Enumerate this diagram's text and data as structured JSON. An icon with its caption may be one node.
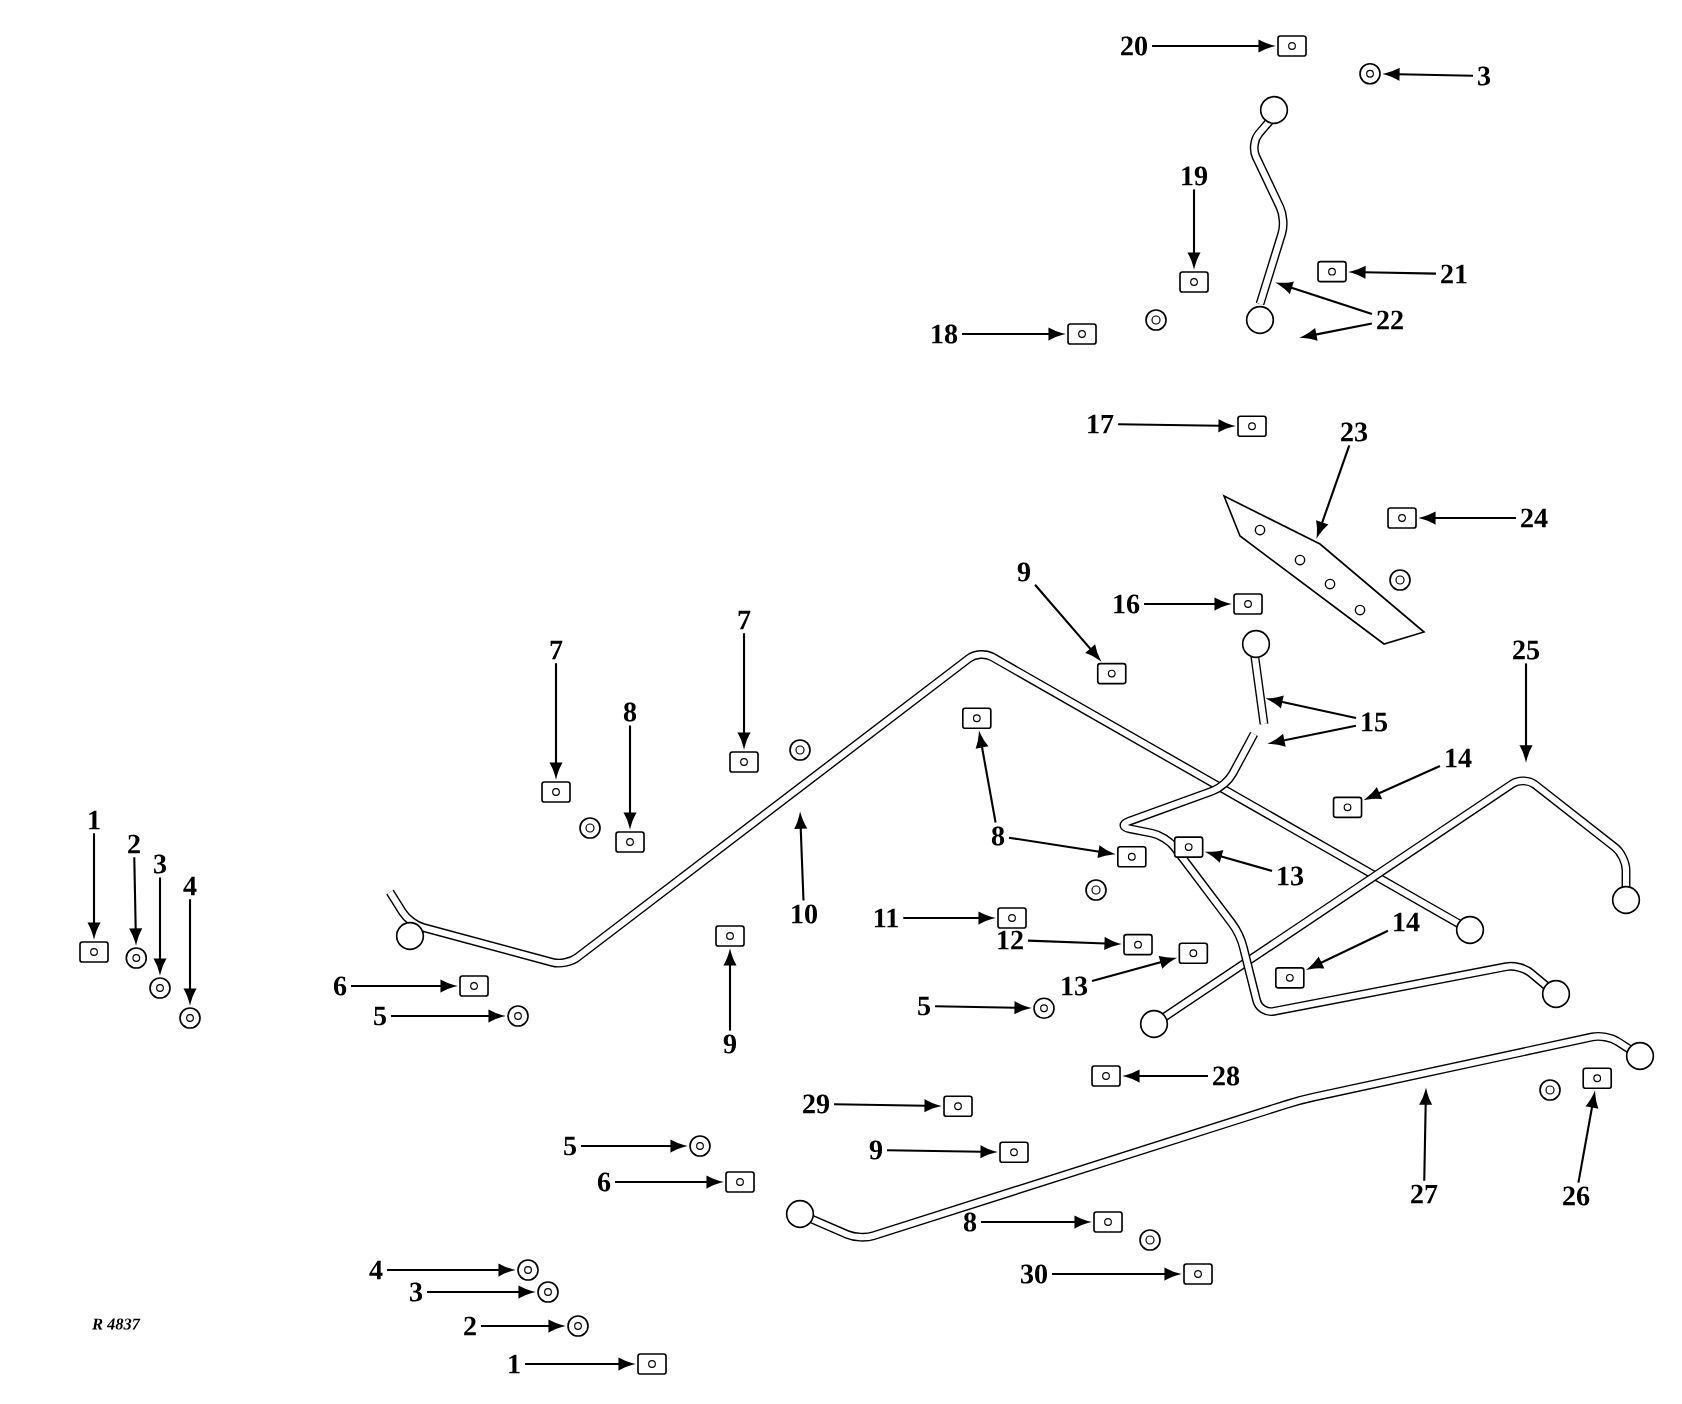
{
  "diagram": {
    "nodes": [
      {
        "text": [
          "20"
        ]
      },
      {
        "text": [
          "3"
        ]
      },
      {
        "text": [
          "19"
        ]
      },
      {
        "text": [
          "21"
        ]
      },
      {
        "text": [
          "22"
        ]
      },
      {
        "text": [
          "18"
        ]
      },
      {
        "text": [
          "17"
        ]
      },
      {
        "text": [
          "23"
        ]
      },
      {
        "text": [
          "24"
        ]
      },
      {
        "text": [
          "9"
        ]
      },
      {
        "text": [
          "16"
        ]
      },
      {
        "text": [
          "7"
        ]
      },
      {
        "text": [
          "7"
        ]
      },
      {
        "text": [
          "25"
        ]
      },
      {
        "text": [
          "8"
        ]
      },
      {
        "text": [
          "15"
        ]
      },
      {
        "text": [
          "14"
        ]
      },
      {
        "text": [
          "1"
        ]
      },
      {
        "text": [
          "8"
        ]
      },
      {
        "text": [
          "2"
        ]
      },
      {
        "text": [
          "3"
        ]
      },
      {
        "text": [
          "13"
        ]
      },
      {
        "text": [
          "4"
        ]
      },
      {
        "text": [
          "10"
        ]
      },
      {
        "text": [
          "11"
        ]
      },
      {
        "text": [
          "14"
        ]
      },
      {
        "text": [
          "12"
        ]
      },
      {
        "text": [
          "6"
        ]
      },
      {
        "text": [
          "13"
        ]
      },
      {
        "text": [
          "5"
        ]
      },
      {
        "text": [
          "5"
        ]
      },
      {
        "text": [
          "9"
        ]
      },
      {
        "text": [
          "28"
        ]
      },
      {
        "text": [
          "29"
        ]
      },
      {
        "text": [
          "5"
        ]
      },
      {
        "text": [
          "9"
        ]
      },
      {
        "text": [
          "6"
        ]
      },
      {
        "text": [
          "27"
        ]
      },
      {
        "text": [
          "26"
        ]
      },
      {
        "text": [
          "8"
        ]
      },
      {
        "text": [
          "4"
        ]
      },
      {
        "text": [
          "30"
        ]
      },
      {
        "text": [
          "3"
        ]
      },
      {
        "text": [
          "2"
        ]
      },
      {
        "text": [
          "1"
        ]
      },
      {
        "text": [],
        "shape": "box"
      },
      {
        "text": [],
        "shape": "circle"
      },
      {
        "text": [],
        "shape": "box"
      },
      {
        "text": [],
        "shape": "box"
      },
      {
        "text": [],
        "shape": "box"
      },
      {
        "text": [],
        "shape": "box"
      },
      {
        "text": [],
        "shape": "box"
      },
      {
        "text": [],
        "shape": "box"
      },
      {
        "text": [],
        "shape": "box"
      },
      {
        "text": [],
        "shape": "box"
      },
      {
        "text": [],
        "shape": "box"
      },
      {
        "text": [],
        "shape": "box"
      },
      {
        "text": [],
        "shape": "box"
      },
      {
        "text": [],
        "shape": "box"
      },
      {
        "text": [],
        "shape": "box"
      },
      {
        "text": [],
        "shape": "box"
      },
      {
        "text": [],
        "shape": "circle"
      },
      {
        "text": [],
        "shape": "circle"
      },
      {
        "text": [],
        "shape": "box"
      },
      {
        "text": [],
        "shape": "circle"
      },
      {
        "text": [],
        "shape": "box"
      },
      {
        "text": [],
        "shape": "box"
      },
      {
        "text": [],
        "shape": "box"
      },
      {
        "text": [],
        "shape": "box"
      },
      {
        "text": [],
        "shape": "box"
      },
      {
        "text": [],
        "shape": "circle"
      },
      {
        "text": [],
        "shape": "circle"
      },
      {
        "text": [],
        "shape": "box"
      },
      {
        "text": [],
        "shape": "box"
      },
      {
        "text": [],
        "shape": "box"
      },
      {
        "text": [],
        "shape": "circle"
      },
      {
        "text": [],
        "shape": "box"
      },
      {
        "text": [],
        "shape": "box"
      },
      {
        "text": [],
        "shape": "box"
      },
      {
        "text": [],
        "shape": "box"
      },
      {
        "text": [],
        "shape": "circle"
      },
      {
        "text": [],
        "shape": "box"
      },
      {
        "text": [],
        "shape": "circle"
      },
      {
        "text": [],
        "shape": "circle"
      },
      {
        "text": [],
        "shape": "box"
      }
    ],
    "edges": [
      {
        "from": 0,
        "to": 45,
        "arrow": "to"
      },
      {
        "from": 1,
        "to": 46,
        "arrow": "to"
      },
      {
        "from": 2,
        "to": 47,
        "arrow": "to"
      },
      {
        "from": 3,
        "to": 48,
        "arrow": "to"
      },
      {
        "from": 4,
        "to": null,
        "arrow": "to"
      },
      {
        "from": 4,
        "to": null,
        "arrow": "to"
      },
      {
        "from": 5,
        "to": 49,
        "arrow": "to"
      },
      {
        "from": 6,
        "to": 50,
        "arrow": "to"
      },
      {
        "from": 7,
        "to": null,
        "arrow": "to"
      },
      {
        "from": 8,
        "to": 51,
        "arrow": "to"
      },
      {
        "from": 9,
        "to": 52,
        "arrow": "to"
      },
      {
        "from": 10,
        "to": 53,
        "arrow": "to"
      },
      {
        "from": 11,
        "to": 54,
        "arrow": "to"
      },
      {
        "from": 12,
        "to": 55,
        "arrow": "to"
      },
      {
        "from": 13,
        "to": null,
        "arrow": "to"
      },
      {
        "from": 14,
        "to": 56,
        "arrow": "to"
      },
      {
        "from": 15,
        "to": null,
        "arrow": "to"
      },
      {
        "from": 15,
        "to": null,
        "arrow": "to"
      },
      {
        "from": 16,
        "to": 57,
        "arrow": "to"
      },
      {
        "from": 17,
        "to": 58,
        "arrow": "to"
      },
      {
        "from": 18,
        "to": 59,
        "arrow": "to"
      },
      {
        "from": 18,
        "to": 60,
        "arrow": "to"
      },
      {
        "from": 19,
        "to": 61,
        "arrow": "to"
      },
      {
        "from": 20,
        "to": 62,
        "arrow": "to"
      },
      {
        "from": 21,
        "to": 63,
        "arrow": "to"
      },
      {
        "from": 22,
        "to": 64,
        "arrow": "to"
      },
      {
        "from": 23,
        "to": null,
        "arrow": "to"
      },
      {
        "from": 24,
        "to": 65,
        "arrow": "to"
      },
      {
        "from": 25,
        "to": 66,
        "arrow": "to"
      },
      {
        "from": 26,
        "to": 67,
        "arrow": "to"
      },
      {
        "from": 27,
        "to": 68,
        "arrow": "to"
      },
      {
        "from": 28,
        "to": 69,
        "arrow": "to"
      },
      {
        "from": 29,
        "to": 70,
        "arrow": "to"
      },
      {
        "from": 30,
        "to": 71,
        "arrow": "to"
      },
      {
        "from": 31,
        "to": 72,
        "arrow": "to"
      },
      {
        "from": 32,
        "to": 73,
        "arrow": "to"
      },
      {
        "from": 33,
        "to": 74,
        "arrow": "to"
      },
      {
        "from": 34,
        "to": 75,
        "arrow": "to"
      },
      {
        "from": 35,
        "to": 76,
        "arrow": "to"
      },
      {
        "from": 36,
        "to": 77,
        "arrow": "to"
      },
      {
        "from": 37,
        "to": null,
        "arrow": "to"
      },
      {
        "from": 38,
        "to": 78,
        "arrow": "to"
      },
      {
        "from": 39,
        "to": 79,
        "arrow": "to"
      },
      {
        "from": 40,
        "to": 80,
        "arrow": "to"
      },
      {
        "from": 41,
        "to": 81,
        "arrow": "to"
      },
      {
        "from": 42,
        "to": 82,
        "arrow": "to"
      },
      {
        "from": 43,
        "to": 83,
        "arrow": "to"
      },
      {
        "from": 44,
        "to": 84,
        "arrow": "to"
      }
    ],
    "labels": [
      "R 4837"
    ]
  }
}
